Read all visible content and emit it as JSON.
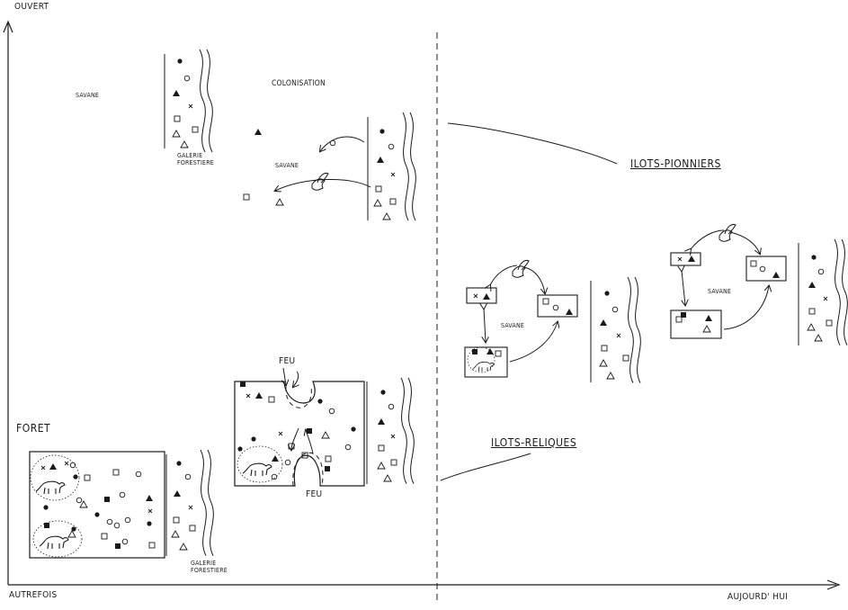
{
  "axes": {
    "y_label": "OUVERT",
    "x_left_label": "AUTREFOIS",
    "x_right_label": "AUJOURD' HUI"
  },
  "top_left": {
    "savane": "SAVANE",
    "galerie_line1": "GALERIE",
    "galerie_line2": "FORESTIERE"
  },
  "colonisation": {
    "title": "COLONISATION",
    "savane": "SAVANE"
  },
  "foret": {
    "title": "FORET",
    "galerie_line1": "GALERIE",
    "galerie_line2": "FORESTIERE"
  },
  "fire": {
    "label_top": "FEU",
    "label_bottom": "FEU"
  },
  "right_panel": {
    "pionniers": "ILOTS-PIONNIERS",
    "reliques": "ILOTS-RELIQUES",
    "savane_left": "SAVANE",
    "savane_right": "SAVANE"
  },
  "colors": {
    "ink": "#1a1a1a",
    "background": "#ffffff"
  }
}
